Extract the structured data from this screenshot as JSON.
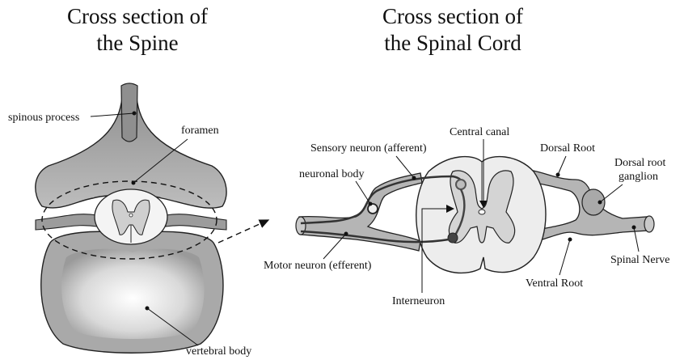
{
  "titles": {
    "left": [
      "Cross section of",
      "the Spine"
    ],
    "right": [
      "Cross section of",
      "the Spinal Cord"
    ]
  },
  "spine_labels": {
    "spinous_process": "spinous process",
    "foramen": "foramen",
    "vertebral_body": "vertebral body"
  },
  "cord_labels": {
    "central_canal": "Central canal",
    "sensory_neuron": "Sensory neuron (afferent)",
    "neuronal_body": "neuronal body",
    "dorsal_root": "Dorsal Root",
    "dorsal_root_ganglion": [
      "Dorsal root",
      "ganglion"
    ],
    "motor_neuron": "Motor neuron (efferent)",
    "interneuron": "Interneuron",
    "ventral_root": "Ventral Root",
    "spinal_nerve": "Spinal Nerve"
  }
}
